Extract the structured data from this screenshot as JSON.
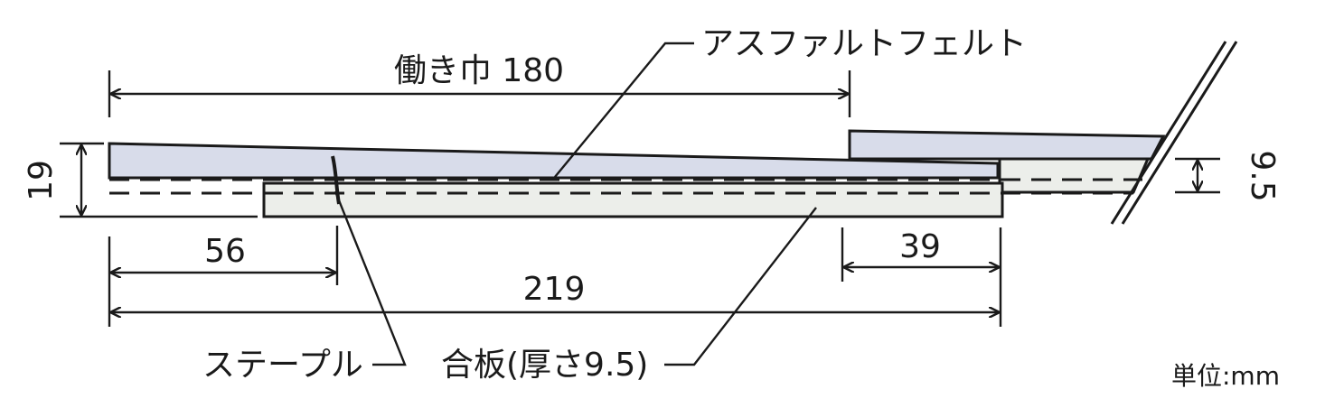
{
  "labels": {
    "work_width": "働き巾 180",
    "asphalt_felt": "アスファルトフェルト",
    "staple": "ステープル",
    "plywood": "合板(厚さ9.5)",
    "unit": "単位:mm"
  },
  "dimensions": {
    "height_19": "19",
    "thickness_9_5": "9.5",
    "d56": "56",
    "d39": "39",
    "d219": "219"
  },
  "colors": {
    "shingle_fill": "#d8dcea",
    "plywood_fill": "#eceeea",
    "line": "#1a1a1a"
  }
}
